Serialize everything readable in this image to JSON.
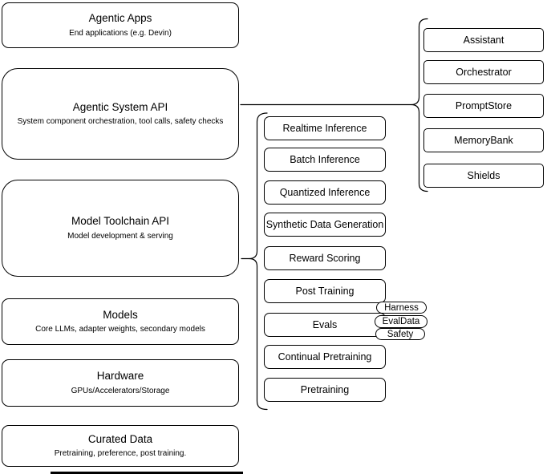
{
  "diagram": {
    "left_column": [
      {
        "title": "Agentic Apps",
        "subtitle": "End applications (e.g. Devin)"
      },
      {
        "title": "Agentic System API",
        "subtitle": "System component orchestration, tool calls, safety checks"
      },
      {
        "title": "Model Toolchain API",
        "subtitle": "Model development & serving"
      },
      {
        "title": "Models",
        "subtitle": "Core LLMs, adapter weights, secondary models"
      },
      {
        "title": "Hardware",
        "subtitle": "GPUs/Accelerators/Storage"
      },
      {
        "title": "Curated Data",
        "subtitle": "Pretraining, preference, post training."
      }
    ],
    "middle_column": [
      "Realtime Inference",
      "Batch Inference",
      "Quantized Inference",
      "Synthetic Data Generation",
      "Reward Scoring",
      "Post Training",
      "Evals",
      "Continual Pretraining",
      "Pretraining"
    ],
    "eval_tags": [
      "Harness",
      "EvalData",
      "Safety"
    ],
    "right_column": [
      "Assistant",
      "Orchestrator",
      "PromptStore",
      "MemoryBank",
      "Shields"
    ],
    "colors": {
      "stroke": "#000000",
      "background": "#ffffff"
    }
  }
}
